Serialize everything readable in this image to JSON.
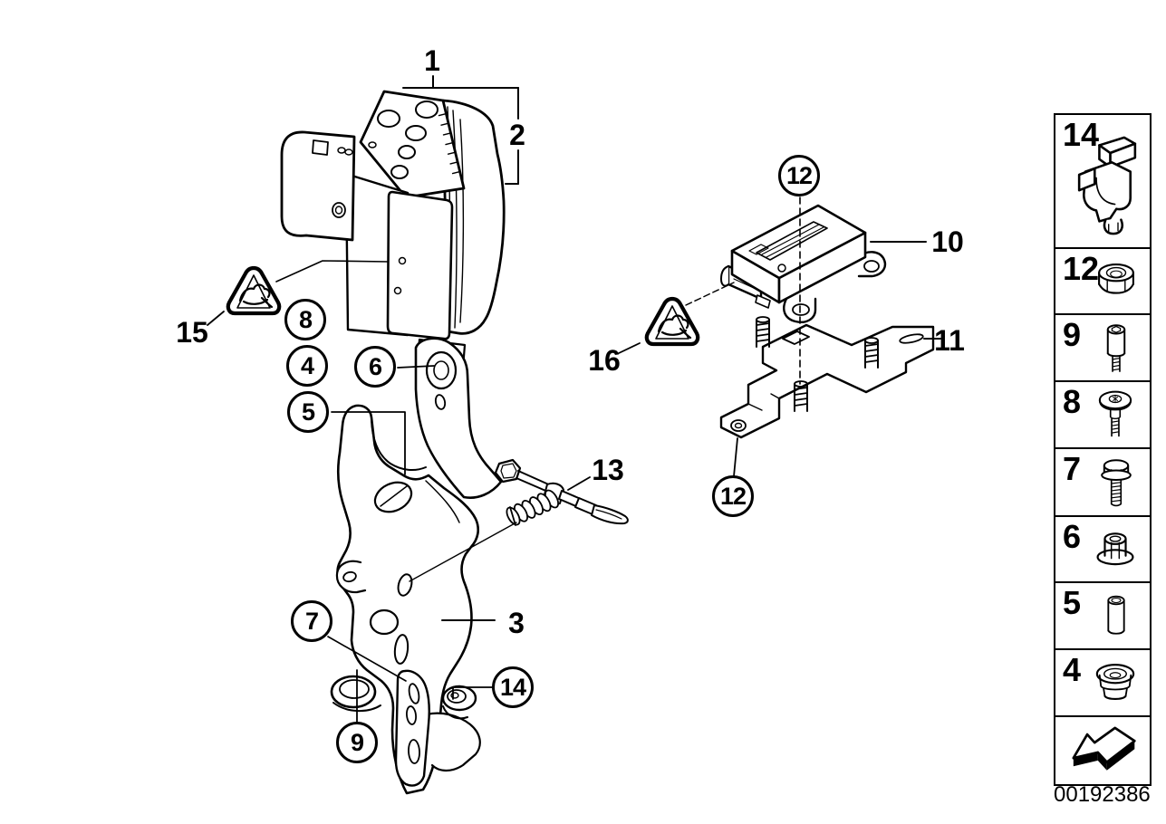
{
  "labels": {
    "l1": "1",
    "l2": "2",
    "l3": "3",
    "l10": "10",
    "l11": "11",
    "l13": "13",
    "l15": "15",
    "l16": "16"
  },
  "callouts": {
    "c4": "4",
    "c5": "5",
    "c6": "6",
    "c7": "7",
    "c8": "8",
    "c9": "9",
    "c14": "14",
    "c12_top": "12",
    "c12_bottom": "12"
  },
  "legend": {
    "items": [
      {
        "label": "14",
        "icon": "cable-clip-icon"
      },
      {
        "label": "12",
        "icon": "hex-nut-icon"
      },
      {
        "label": "9",
        "icon": "standoff-screw-icon"
      },
      {
        "label": "8",
        "icon": "shoulder-screw-icon"
      },
      {
        "label": "7",
        "icon": "flange-bolt-icon"
      },
      {
        "label": "6",
        "icon": "flange-nut-icon"
      },
      {
        "label": "5",
        "icon": "spacer-sleeve-icon"
      },
      {
        "label": "4",
        "icon": "rubber-grommet-icon"
      }
    ],
    "nav_icon": "back-arrow-icon"
  },
  "footer": {
    "doc_number": "00192386"
  },
  "colors": {
    "line": "#000000",
    "background": "#ffffff"
  }
}
